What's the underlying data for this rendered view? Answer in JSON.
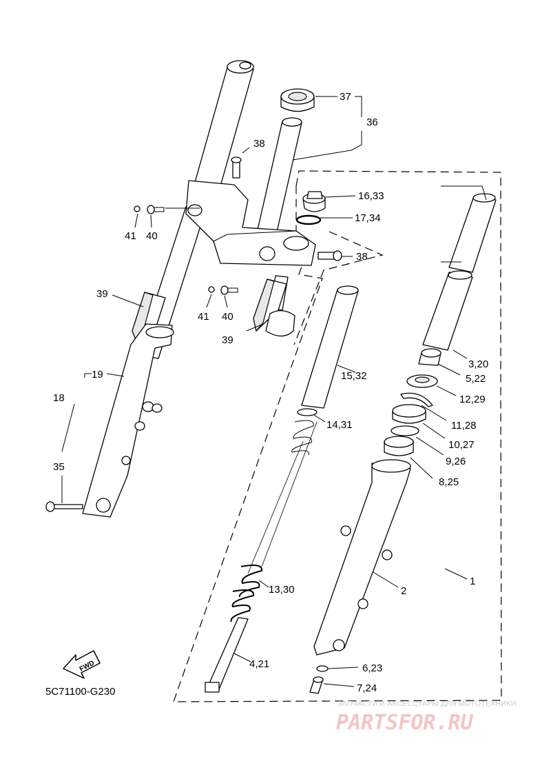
{
  "diagram_code": "5C71100-G230",
  "fwd_label": "FWD",
  "watermark": {
    "caption": "ЗАПЧАСТИ И АКСЕССУАРЫ ДЛЯ МОТОТЕХНИКИ",
    "brand": "PARTSFOR.RU"
  },
  "callouts": {
    "c37": "37",
    "c36": "36",
    "c38a": "38",
    "c16_33": "16,33",
    "c17_34": "17,34",
    "c41a": "41",
    "c40a": "40",
    "c38b": "38",
    "c39a": "39",
    "c41b": "41",
    "c40b": "40",
    "c39b": "39",
    "c3_20": "3,20",
    "c5_22": "5,22",
    "c15_32": "15,32",
    "c19": "19",
    "c12_29": "12,29",
    "c18": "18",
    "c14_31": "14,31",
    "c11_28": "11,28",
    "c10_27": "10,27",
    "c9_26": "9,26",
    "c35": "35",
    "c8_25": "8,25",
    "c1": "1",
    "c13_30": "13,30",
    "c2": "2",
    "c4_21": "4,21",
    "c6_23": "6,23",
    "c7_24": "7,24"
  }
}
